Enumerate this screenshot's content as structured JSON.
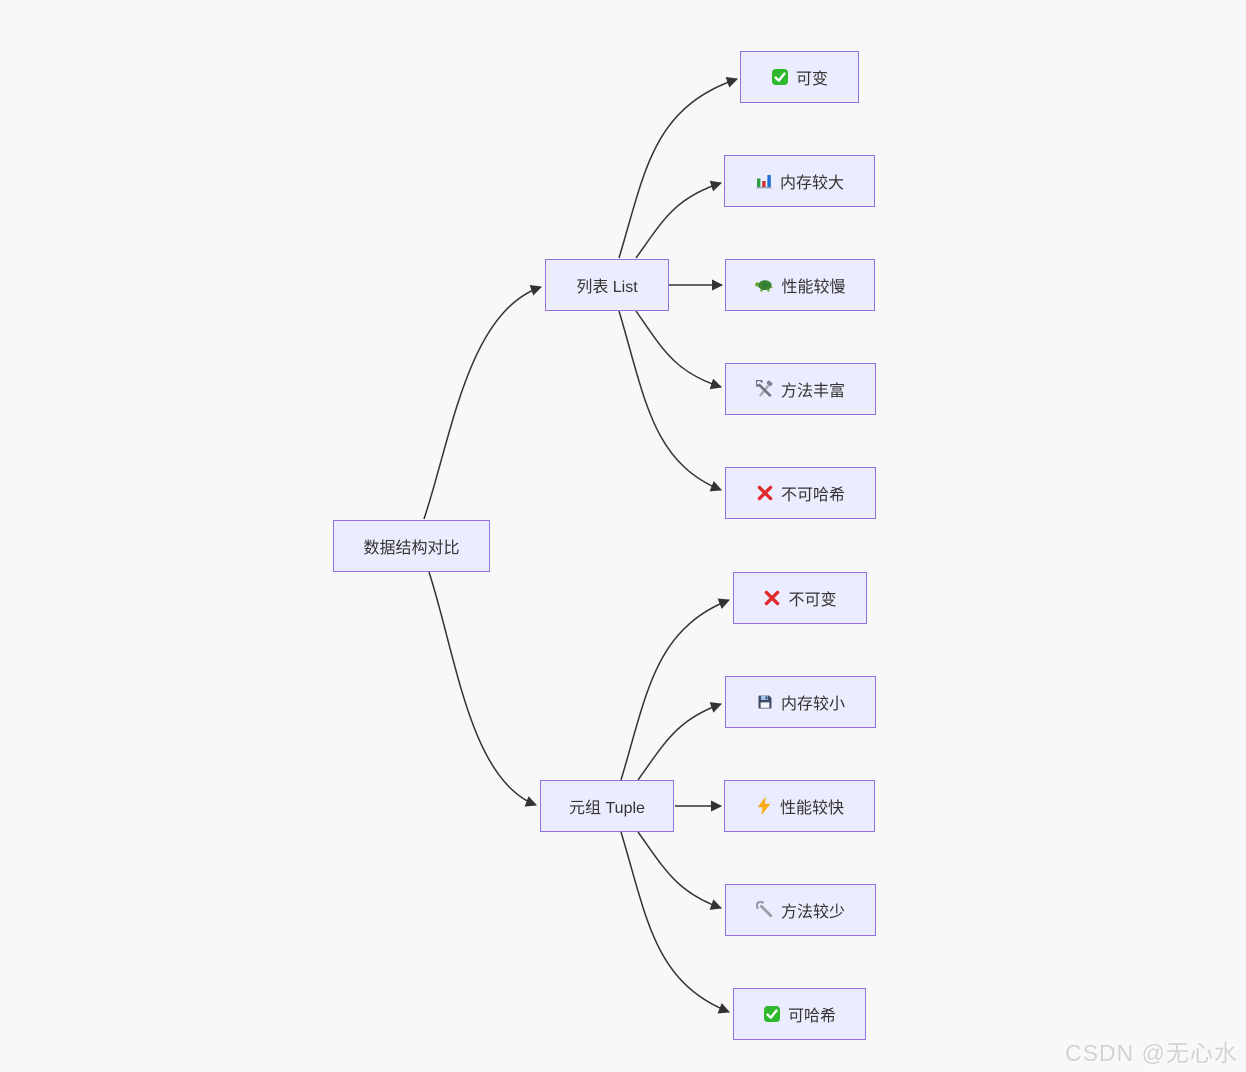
{
  "watermark": {
    "text": "CSDN @无心水",
    "color": "#d2d2d2"
  },
  "diagram": {
    "colors": {
      "background": "#f8f8fa",
      "node_fill": "#ECECFF",
      "node_border": "#9370DB",
      "edge": "#333333",
      "text": "#333333"
    },
    "root": {
      "label": "数据结构对比"
    },
    "branches": [
      {
        "label": "列表 List",
        "children": [
          {
            "label": "可变",
            "emoji": "✅",
            "icon": "check-icon"
          },
          {
            "label": "内存较大",
            "emoji": "📊",
            "icon": "bar-chart-icon"
          },
          {
            "label": "性能较慢",
            "emoji": "🐢",
            "icon": "turtle-icon"
          },
          {
            "label": "方法丰富",
            "emoji": "🛠️",
            "icon": "hammer-wrench-icon"
          },
          {
            "label": "不可哈希",
            "emoji": "❌",
            "icon": "cross-icon"
          }
        ]
      },
      {
        "label": "元组 Tuple",
        "children": [
          {
            "label": "不可变",
            "emoji": "❌",
            "icon": "cross-icon"
          },
          {
            "label": "内存较小",
            "emoji": "💾",
            "icon": "floppy-disk-icon"
          },
          {
            "label": "性能较快",
            "emoji": "⚡",
            "icon": "lightning-icon"
          },
          {
            "label": "方法较少",
            "emoji": "🔧",
            "icon": "wrench-icon"
          },
          {
            "label": "可哈希",
            "emoji": "✅",
            "icon": "check-icon"
          }
        ]
      }
    ]
  }
}
